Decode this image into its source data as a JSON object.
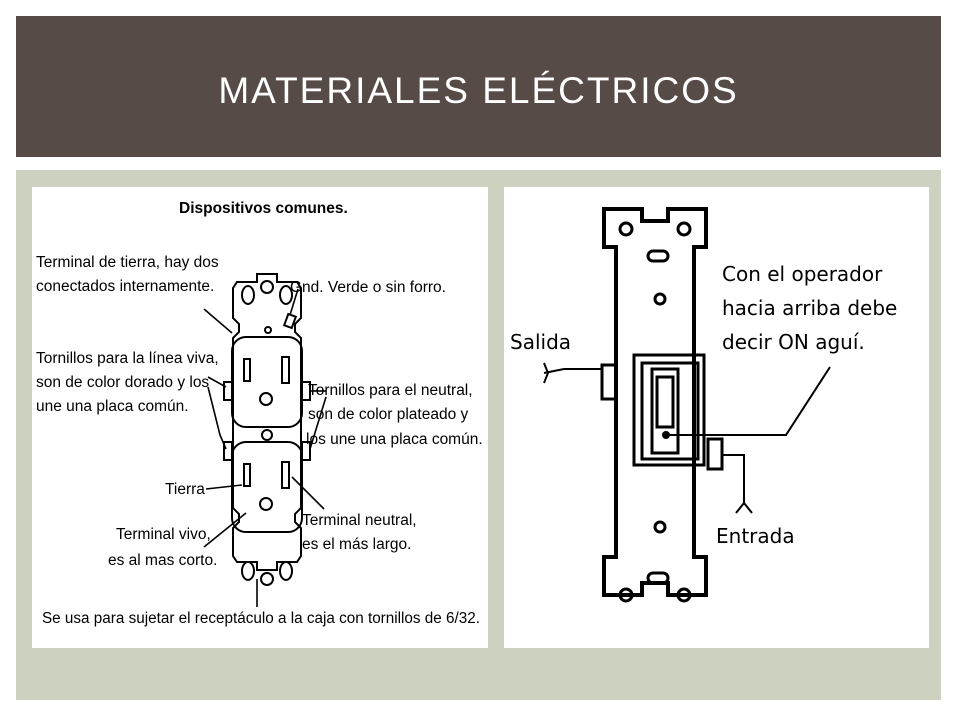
{
  "slide": {
    "title": "MATERIALES ELÉCTRICOS"
  },
  "receptacle_diagram": {
    "heading": "Dispositivos comunes.",
    "labels": {
      "ground_terminal_1": "Terminal de tierra, hay dos",
      "ground_terminal_2": "conectados internamente.",
      "gnd": "Gnd. Verde o sin forro.",
      "live_screws_1": "Tornillos para la línea viva,",
      "live_screws_2": "son de color dorado y los",
      "live_screws_3": "une una placa común.",
      "neutral_screws_1": "Tornillos para el neutral,",
      "neutral_screws_2": "son de color plateado y",
      "neutral_screws_3": "los une una placa común.",
      "tierra": "Tierra",
      "live_terminal_1": "Terminal vivo,",
      "live_terminal_2": "es al mas corto.",
      "neutral_terminal_1": "Terminal neutral,",
      "neutral_terminal_2": "es el más largo.",
      "footer": "Se usa para sujetar el receptáculo a la caja con tornillos de 6/32."
    }
  },
  "switch_diagram": {
    "labels": {
      "operator_1": "Con el operador",
      "operator_2": "hacia arriba debe",
      "operator_3": "decir ON aguí.",
      "salida": "Salida",
      "entrada": "Entrada"
    }
  },
  "colors": {
    "title_bar": "#564b47",
    "content_bg": "#cdd1bf"
  }
}
